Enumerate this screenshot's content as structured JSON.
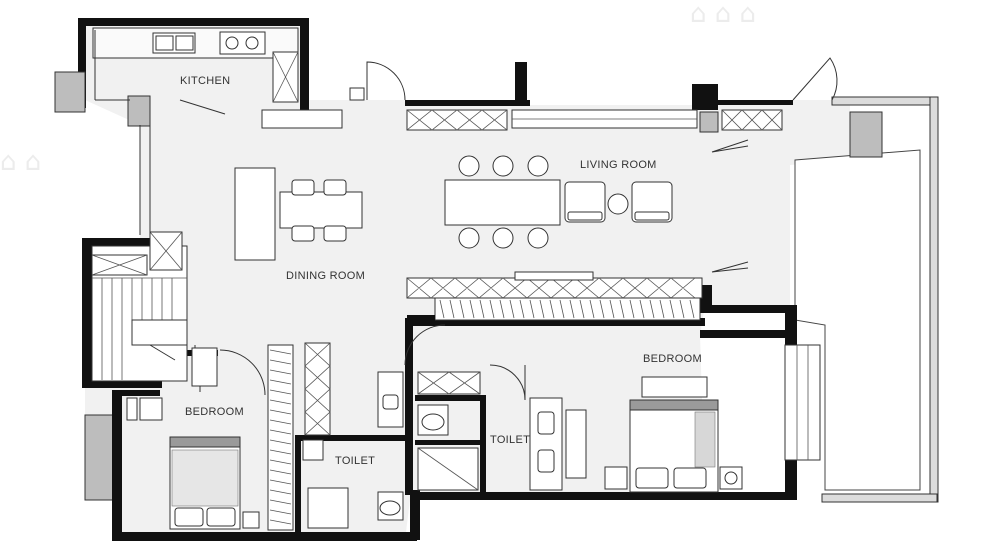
{
  "rooms": {
    "kitchen": "KITCHEN",
    "living_room": "LIVING ROOM",
    "dining_room": "DINING ROOM",
    "bedroom_left": "BEDROOM",
    "bedroom_right": "BEDROOM",
    "toilet_left": "TOILET",
    "toilet_right": "TOILET"
  },
  "colors": {
    "wall": "#111111",
    "floor": "#f1f1f1",
    "terrace": "#ffffff",
    "furniture": "#ffffff",
    "column": "#bdbdbd"
  }
}
